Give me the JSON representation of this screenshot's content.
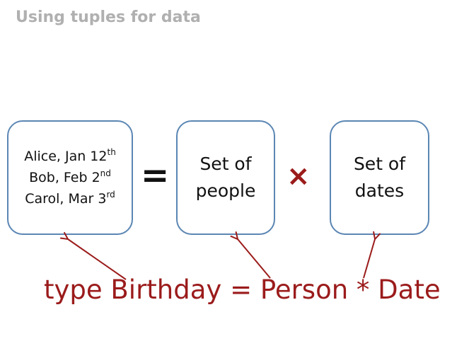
{
  "slide": {
    "title": "Using tuples for data"
  },
  "tuples_box": {
    "rows": [
      {
        "text": "Alice, Jan 12",
        "suffix": "th"
      },
      {
        "text": "Bob, Feb 2",
        "suffix": "nd"
      },
      {
        "text": "Carol, Mar 3",
        "suffix": "rd"
      }
    ]
  },
  "people_box": {
    "line1": "Set of",
    "line2": "people"
  },
  "dates_box": {
    "line1": "Set of",
    "line2": "dates"
  },
  "operators": {
    "equals": "=",
    "times": "×"
  },
  "type_declaration": "type Birthday = Person * Date",
  "colors": {
    "accent_red": "#9b1b1b",
    "box_border": "#5b86b3",
    "title_gray": "#b0b0b0"
  }
}
